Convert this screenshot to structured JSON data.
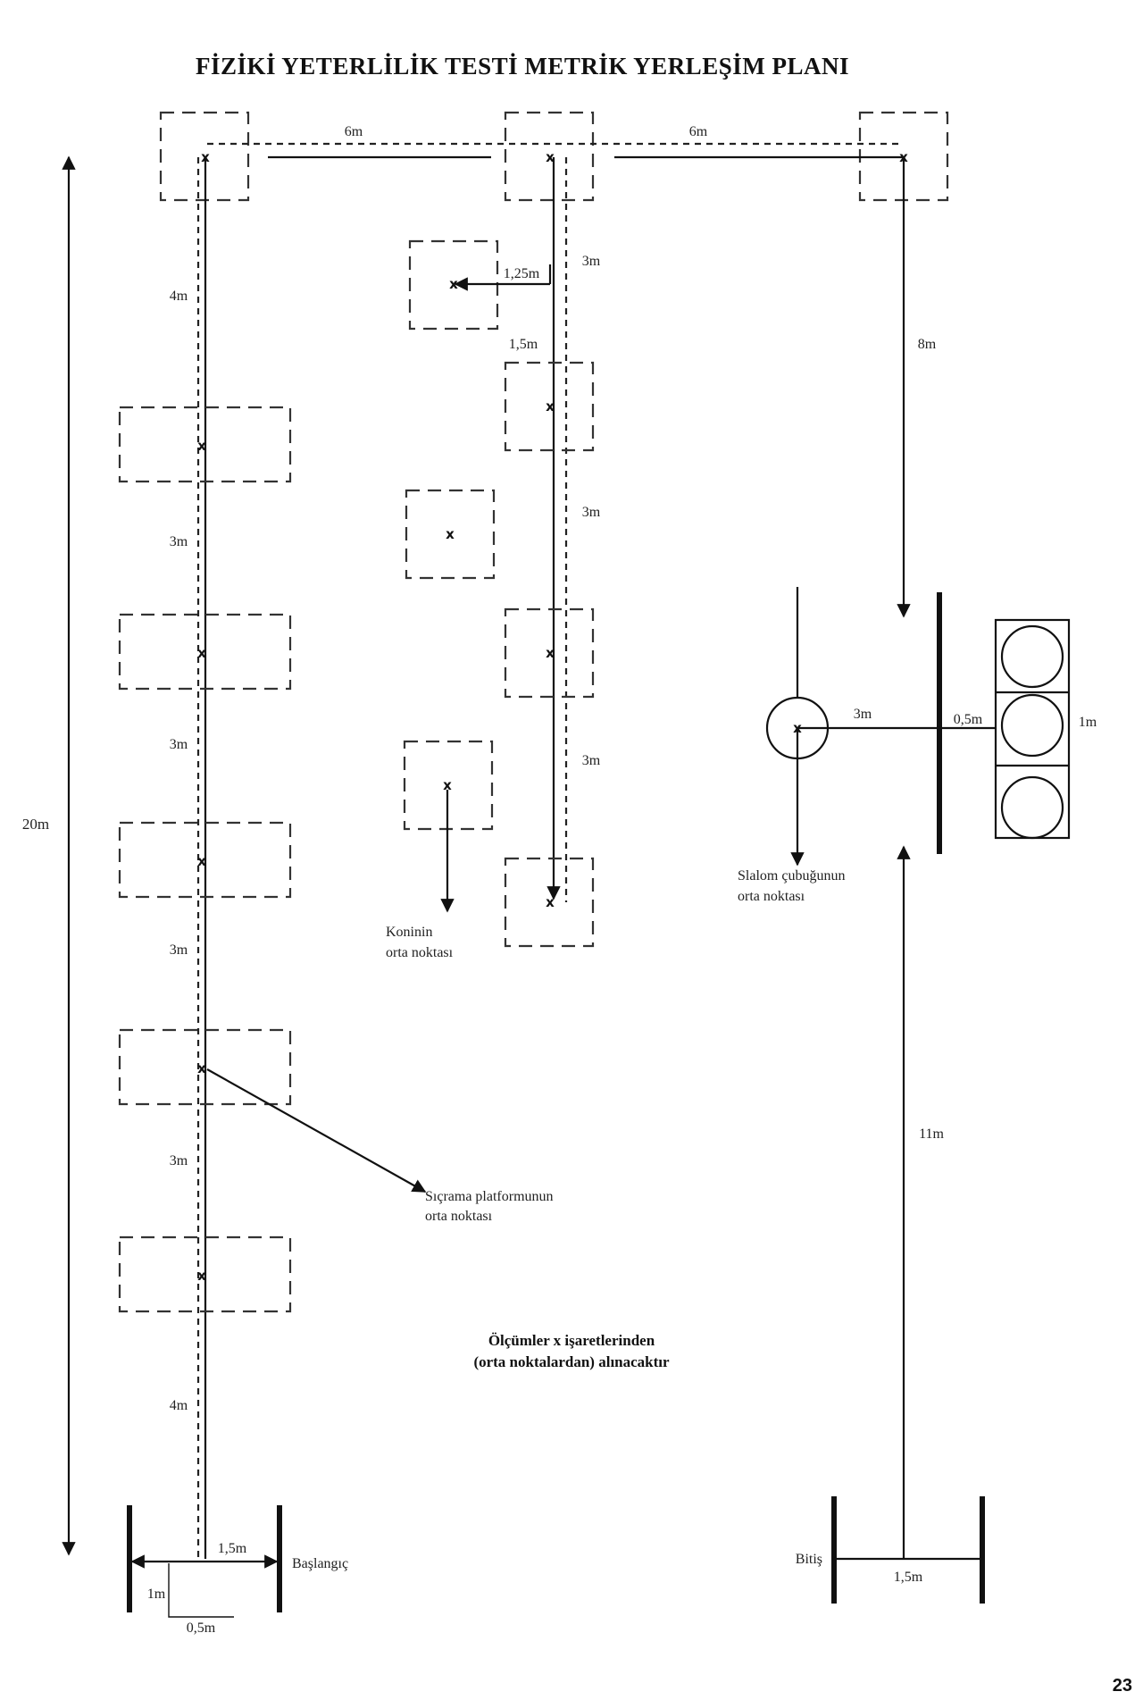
{
  "title": "FİZİKİ YETERLİLİK TESTİ METRİK YERLEŞİM PLANI",
  "page_number": "23",
  "note": {
    "line1": "Ölçümler x işaretlerinden",
    "line2": "(orta noktalardan) alınacaktır"
  },
  "marker_symbol": "x",
  "labels": {
    "total": "20m",
    "top_left": "6m",
    "top_right": "6m",
    "left_top_gap": "4m",
    "left_gap_1": "3m",
    "left_gap_2": "3m",
    "left_gap_3": "3m",
    "left_gap_4": "3m",
    "left_bottom_gap": "4m",
    "mid_gap_1": "3m",
    "mid_gap_2": "3m",
    "mid_gap_3": "3m",
    "cone_offset_x": "1,25m",
    "cone_offset_y": "1,5m",
    "right_top": "8m",
    "right_bottom": "11m",
    "slalom_to_bar": "3m",
    "bar_to_circles": "0,5m",
    "circle_block": "1m",
    "start_width": "1,5m",
    "start_depth": "1m",
    "start_offset": "0,5m",
    "finish_width": "1,5m"
  },
  "callouts": {
    "start": "Başlangıç",
    "finish": "Bitiş",
    "cone_line1": "Koninin",
    "cone_line2": "orta noktası",
    "slalom_line1": "Slalom çubuğunun",
    "slalom_line2": "orta noktası",
    "platform_line1": "Sıçrama platformunun",
    "platform_line2": "orta noktası"
  }
}
